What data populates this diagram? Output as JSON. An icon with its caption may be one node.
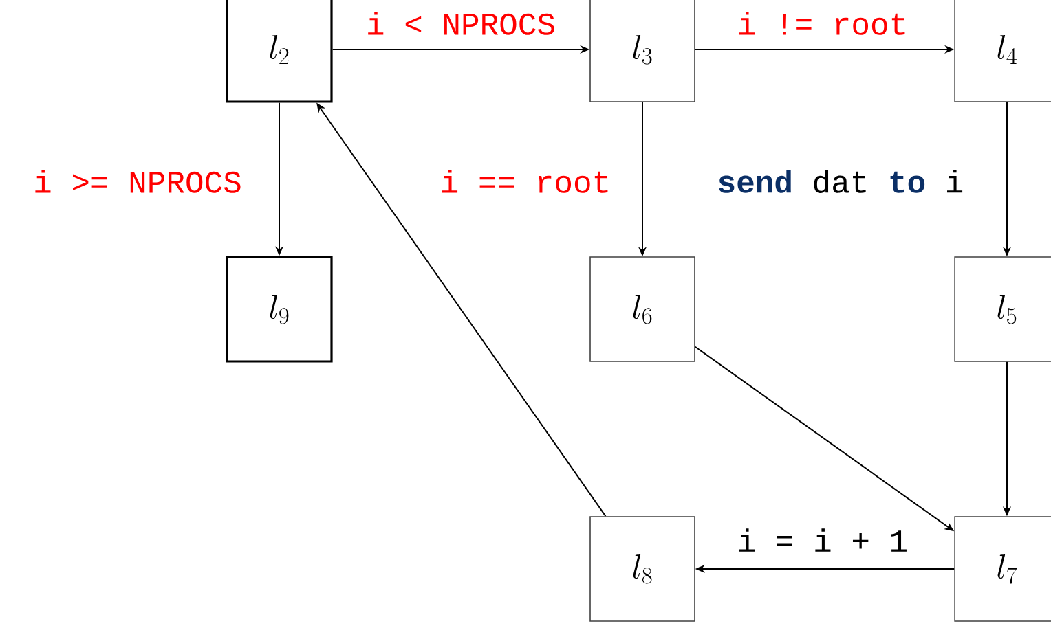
{
  "diagram": {
    "nodes": [
      {
        "text": [
          "l_2"
        ]
      },
      {
        "text": [
          "l_3"
        ]
      },
      {
        "text": [
          "l_4"
        ]
      },
      {
        "text": [
          "l_9"
        ]
      },
      {
        "text": [
          "l_6"
        ]
      },
      {
        "text": [
          "l_5"
        ]
      },
      {
        "text": [
          "l_8"
        ]
      },
      {
        "text": [
          "l_7"
        ]
      }
    ],
    "edges": [
      {
        "from": 0,
        "to": 1,
        "arrow": "to",
        "label": "i < NPROCS"
      },
      {
        "from": 1,
        "to": 2,
        "arrow": "to",
        "label": "i != root"
      },
      {
        "from": 0,
        "to": 3,
        "arrow": "to",
        "label": "i >= NPROCS"
      },
      {
        "from": 1,
        "to": 4,
        "arrow": "to",
        "label": "i == root"
      },
      {
        "from": 2,
        "to": 5,
        "arrow": "to",
        "label": "**send** dat **to** i"
      },
      {
        "from": 4,
        "to": 7,
        "arrow": "to"
      },
      {
        "from": 5,
        "to": 7,
        "arrow": "to"
      },
      {
        "from": 7,
        "to": 6,
        "arrow": "to",
        "label": "i = i + 1"
      },
      {
        "from": 6,
        "to": 0,
        "arrow": "to"
      }
    ]
  }
}
